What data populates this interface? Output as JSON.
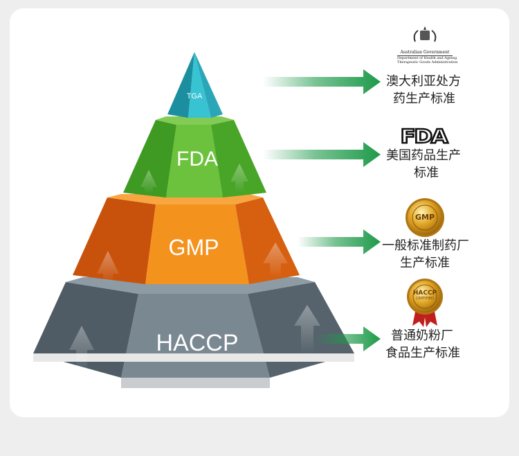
{
  "levels": [
    {
      "label": "TGA",
      "desc": [
        "澳大利亚处方",
        "药生产标准"
      ]
    },
    {
      "label": "FDA",
      "desc": [
        "美国药品生产",
        "标准"
      ]
    },
    {
      "label": "GMP",
      "desc": [
        "一般标准制药厂",
        "生产标准"
      ]
    },
    {
      "label": "HACCP",
      "desc": [
        "普通奶粉厂",
        "食品生产标准"
      ]
    }
  ],
  "logos": {
    "tga": {
      "line1": "Australian Government",
      "line2": "Department of Health and Ageing",
      "line3": "Therapeutic Goods Administration"
    },
    "fda": "FDA",
    "gmp": "GMP",
    "haccp": {
      "main": "HACCP",
      "sub": "CERTIFIED"
    }
  },
  "colors": {
    "tga": "#2bb8c8",
    "fda": "#5cb833",
    "gmp": "#f07a1a",
    "haccp": "#6d7c86",
    "arrow": "#1e9a4a"
  }
}
